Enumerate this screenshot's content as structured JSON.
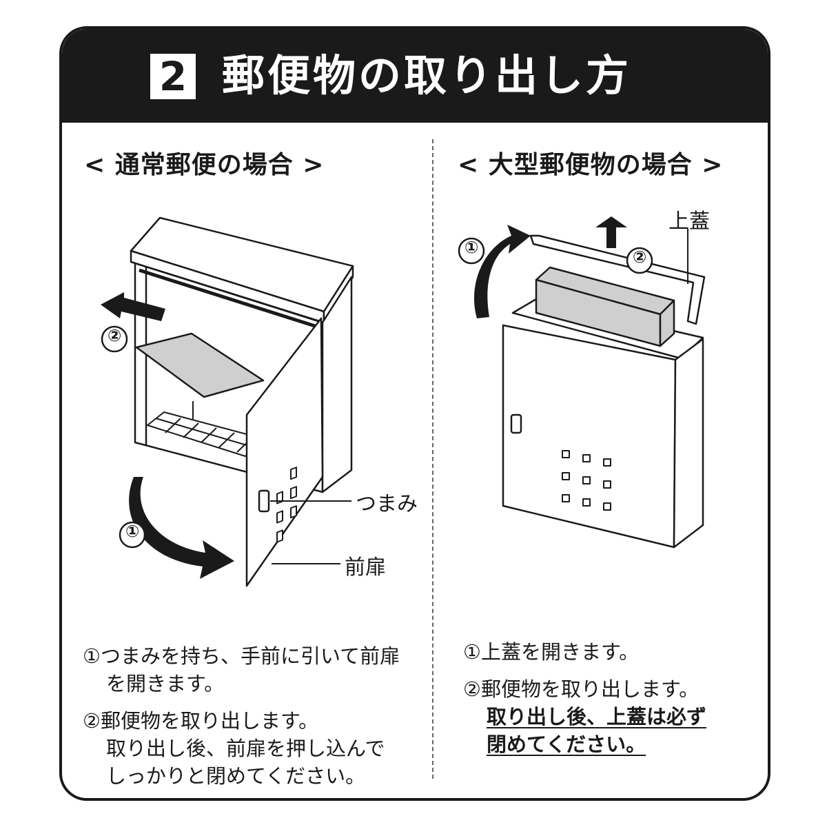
{
  "header": {
    "number": "2",
    "title": "郵便物の取り出し方"
  },
  "left": {
    "heading": "< 通常郵便の場合 >",
    "step1_marker": "①",
    "step2_marker": "②",
    "labels": {
      "knob": "つまみ",
      "door": "前扉"
    },
    "instructions": [
      {
        "text": "①つまみを持ち、手前に引いて前扉",
        "indent": false
      },
      {
        "text": "を開きます。",
        "indent": true
      },
      {
        "text": "②郵便物を取り出します。",
        "indent": false
      },
      {
        "text": "取り出し後、前扉を押し込んで",
        "indent": true
      },
      {
        "text": "しっかりと閉めてください。",
        "indent": true
      }
    ]
  },
  "right": {
    "heading": "< 大型郵便物の場合 >",
    "step1_marker": "①",
    "step2_marker": "②",
    "labels": {
      "lid": "上蓋"
    },
    "instructions": [
      {
        "text": "①上蓋を開きます。"
      },
      {
        "text": "②郵便物を取り出します。"
      }
    ],
    "warning": [
      "取り出し後、上蓋は必ず",
      "閉めてください。"
    ]
  },
  "colors": {
    "ink": "#1a1a1a",
    "gray_fill": "#cfcfcf",
    "background": "#ffffff"
  },
  "icons": [
    "arrow-up-icon",
    "curved-arrow-icon",
    "mailbox-illustration"
  ]
}
